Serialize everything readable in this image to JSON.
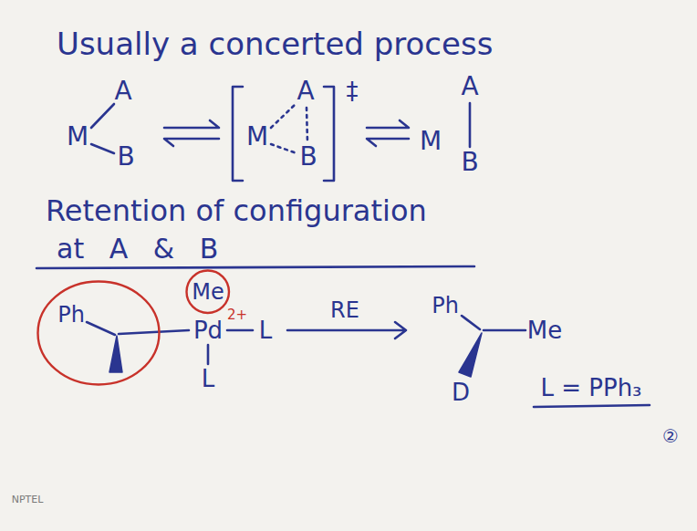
{
  "diagram": {
    "title": "Usually a concerted process",
    "nodes": [
      {
        "text": [
          "Me"
        ]
      },
      {
        "text": [
          "Ph"
        ]
      }
    ],
    "labels": [
      "M",
      "A",
      "B",
      "M",
      "A",
      "B",
      "‡",
      "M",
      "A",
      "B",
      "Retention of configuration",
      "at A & B",
      "Pd",
      "2+",
      "L",
      "L",
      "RE",
      "Ph",
      "Me",
      "D",
      "L = PPh₃",
      "②",
      "NPTEL"
    ]
  }
}
